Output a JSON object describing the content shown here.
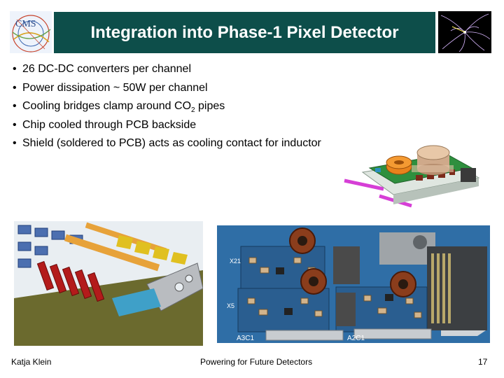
{
  "slide": {
    "title": "Integration into Phase-1 Pixel Detector",
    "bullets": [
      {
        "text": "26 DC-DC converters per channel"
      },
      {
        "text": "Power dissipation ~ 50W per channel"
      },
      {
        "text": "Cooling bridges clamp around CO",
        "sub": "2",
        "text_after": " pipes"
      },
      {
        "text": "Chip cooled through PCB backside"
      },
      {
        "text": "Shield (soldered to PCB) acts as cooling contact for inductor"
      }
    ],
    "bullet_symbol": "•"
  },
  "logo": {
    "text": "CMS"
  },
  "photo_labels": {
    "board1": "X21",
    "board2": "A3C1",
    "board3": "A2C1",
    "board4": "X5"
  },
  "footer": {
    "author": "Katja Klein",
    "talk": "Powering for Future Detectors",
    "page": "17"
  },
  "colors": {
    "title_bg": "#0d4e4a",
    "title_fg": "#ffffff",
    "pcb": "#2a6ea8",
    "toroid": "#8a3d1c"
  }
}
